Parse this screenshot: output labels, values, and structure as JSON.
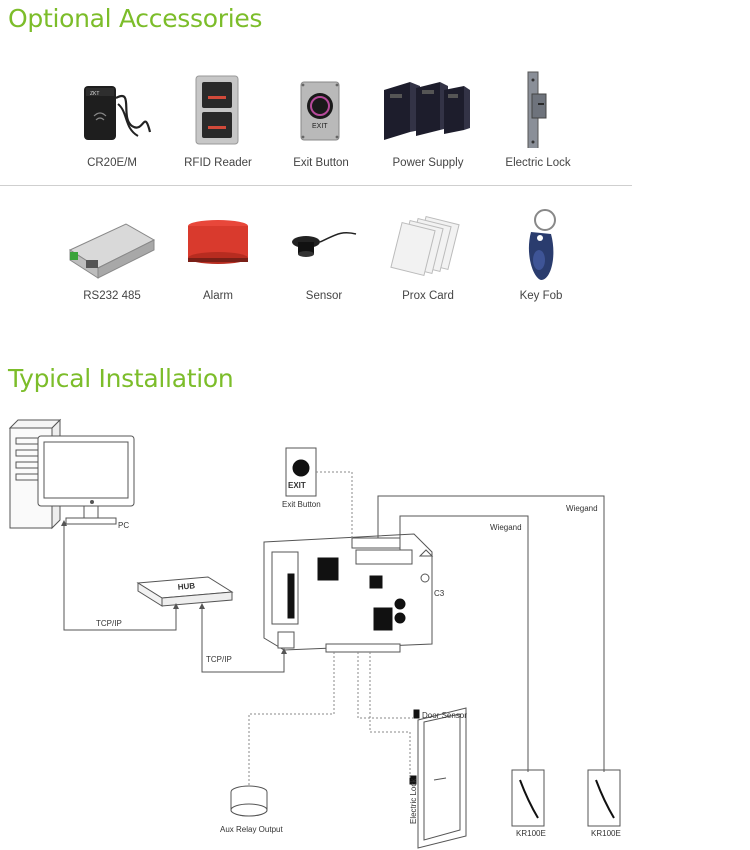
{
  "titles": {
    "optional_accessories": "Optional Accessories",
    "typical_installation": "Typical Installation"
  },
  "accessories": [
    {
      "label": "CR20E/M",
      "icon": "card-reader-usb-icon"
    },
    {
      "label": "RFID Reader",
      "icon": "rfid-reader-icon"
    },
    {
      "label": "Exit Button",
      "icon": "exit-button-icon"
    },
    {
      "label": "Power Supply",
      "icon": "power-supply-icon"
    },
    {
      "label": "Electric Lock",
      "icon": "electric-lock-icon"
    },
    {
      "label": "RS232 485",
      "icon": "rs232-485-converter-icon"
    },
    {
      "label": "Alarm",
      "icon": "alarm-siren-icon"
    },
    {
      "label": "Sensor",
      "icon": "door-sensor-icon"
    },
    {
      "label": "Prox Card",
      "icon": "prox-card-icon"
    },
    {
      "label": "Key Fob",
      "icon": "key-fob-icon"
    }
  ],
  "diagram": {
    "pc": "PC",
    "hub": "HUB",
    "exit_icon_text": "EXIT",
    "exit_button": "Exit Button",
    "controller": "C3",
    "tcpip_1": "TCP/IP",
    "tcpip_2": "TCP/IP",
    "wiegand_1": "Wiegand",
    "wiegand_2": "Wiegand",
    "door_sensor": "Door Sensor",
    "electric_lock": "Electric Lock",
    "aux_relay": "Aux Relay Output",
    "reader_1": "KR100E",
    "reader_2": "KR100E"
  }
}
